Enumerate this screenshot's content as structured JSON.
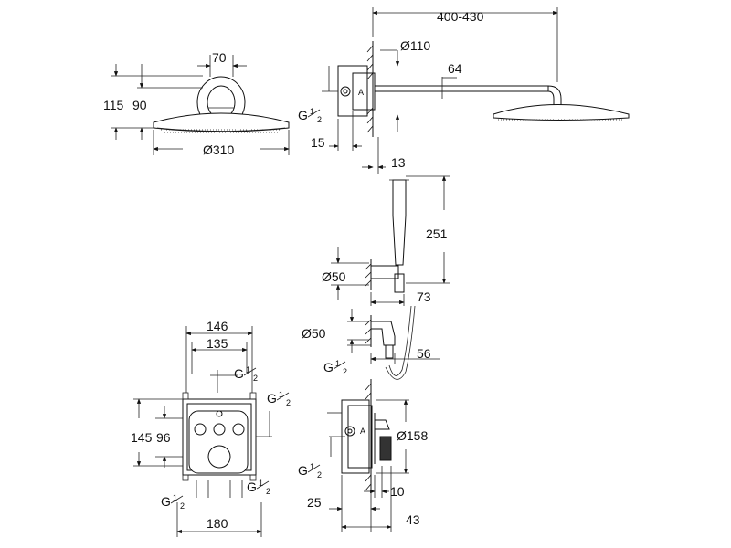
{
  "drawing": {
    "top_left": {
      "width": "70",
      "height_outer": "115",
      "height_inner": "90",
      "diameter": "Ø310"
    },
    "top_right": {
      "projection": "400-430",
      "diameter": "Ø110",
      "arm": "64",
      "thread": "G",
      "thread_num": "1",
      "thread_den": "2",
      "wall": "15",
      "offset": "13",
      "mark": "A"
    },
    "hand_shower": {
      "length": "251",
      "holder_dia": "Ø50",
      "holder_depth": "73",
      "outlet_dia": "Ø50",
      "outlet_depth": "56",
      "thread": "G",
      "thread_num": "1",
      "thread_den": "2"
    },
    "box_front": {
      "width_outer": "146",
      "width_inner": "135",
      "height_outer": "145",
      "height_inner": "96",
      "width_bottom": "180",
      "thread": "G",
      "thread_num": "1",
      "thread_den": "2"
    },
    "box_side": {
      "diameter": "Ø158",
      "depth": "10",
      "wall": "25",
      "total": "43",
      "thread": "G",
      "thread_num": "1",
      "thread_den": "2",
      "mark": "A"
    }
  }
}
